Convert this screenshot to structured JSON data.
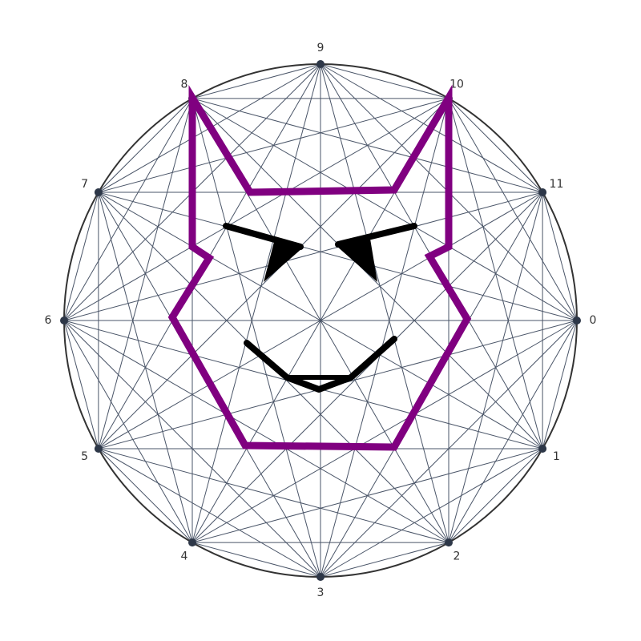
{
  "diagram": {
    "point_labels": [
      "0",
      "1",
      "2",
      "3",
      "4",
      "5",
      "6",
      "7",
      "8",
      "9",
      "10",
      "11"
    ],
    "colors": {
      "circle": "#333333",
      "chords": "#4a5568",
      "points": "#2d3748",
      "devil_outline": "#800080",
      "face": "#000000"
    }
  }
}
